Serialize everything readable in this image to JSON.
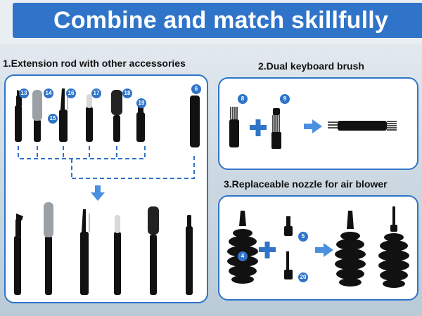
{
  "banner": {
    "title": "Combine and match skillfully"
  },
  "sections": {
    "s1": {
      "title": "1.Extension rod with other accessories"
    },
    "s2": {
      "title": "2.Dual keyboard brush"
    },
    "s3": {
      "title": "3.Replaceable nozzle for air blower"
    }
  },
  "badges": {
    "b13": "13",
    "b14": "14",
    "b15": "15",
    "b16": "16",
    "b17": "17",
    "b18": "18",
    "b19": "19",
    "b6": "6",
    "b8": "8",
    "b9": "9",
    "b4": "4",
    "b5": "5",
    "b20": "20"
  },
  "colors": {
    "accent": "#2f74c8",
    "arrow": "#4b8fe0",
    "product": "#111111"
  }
}
